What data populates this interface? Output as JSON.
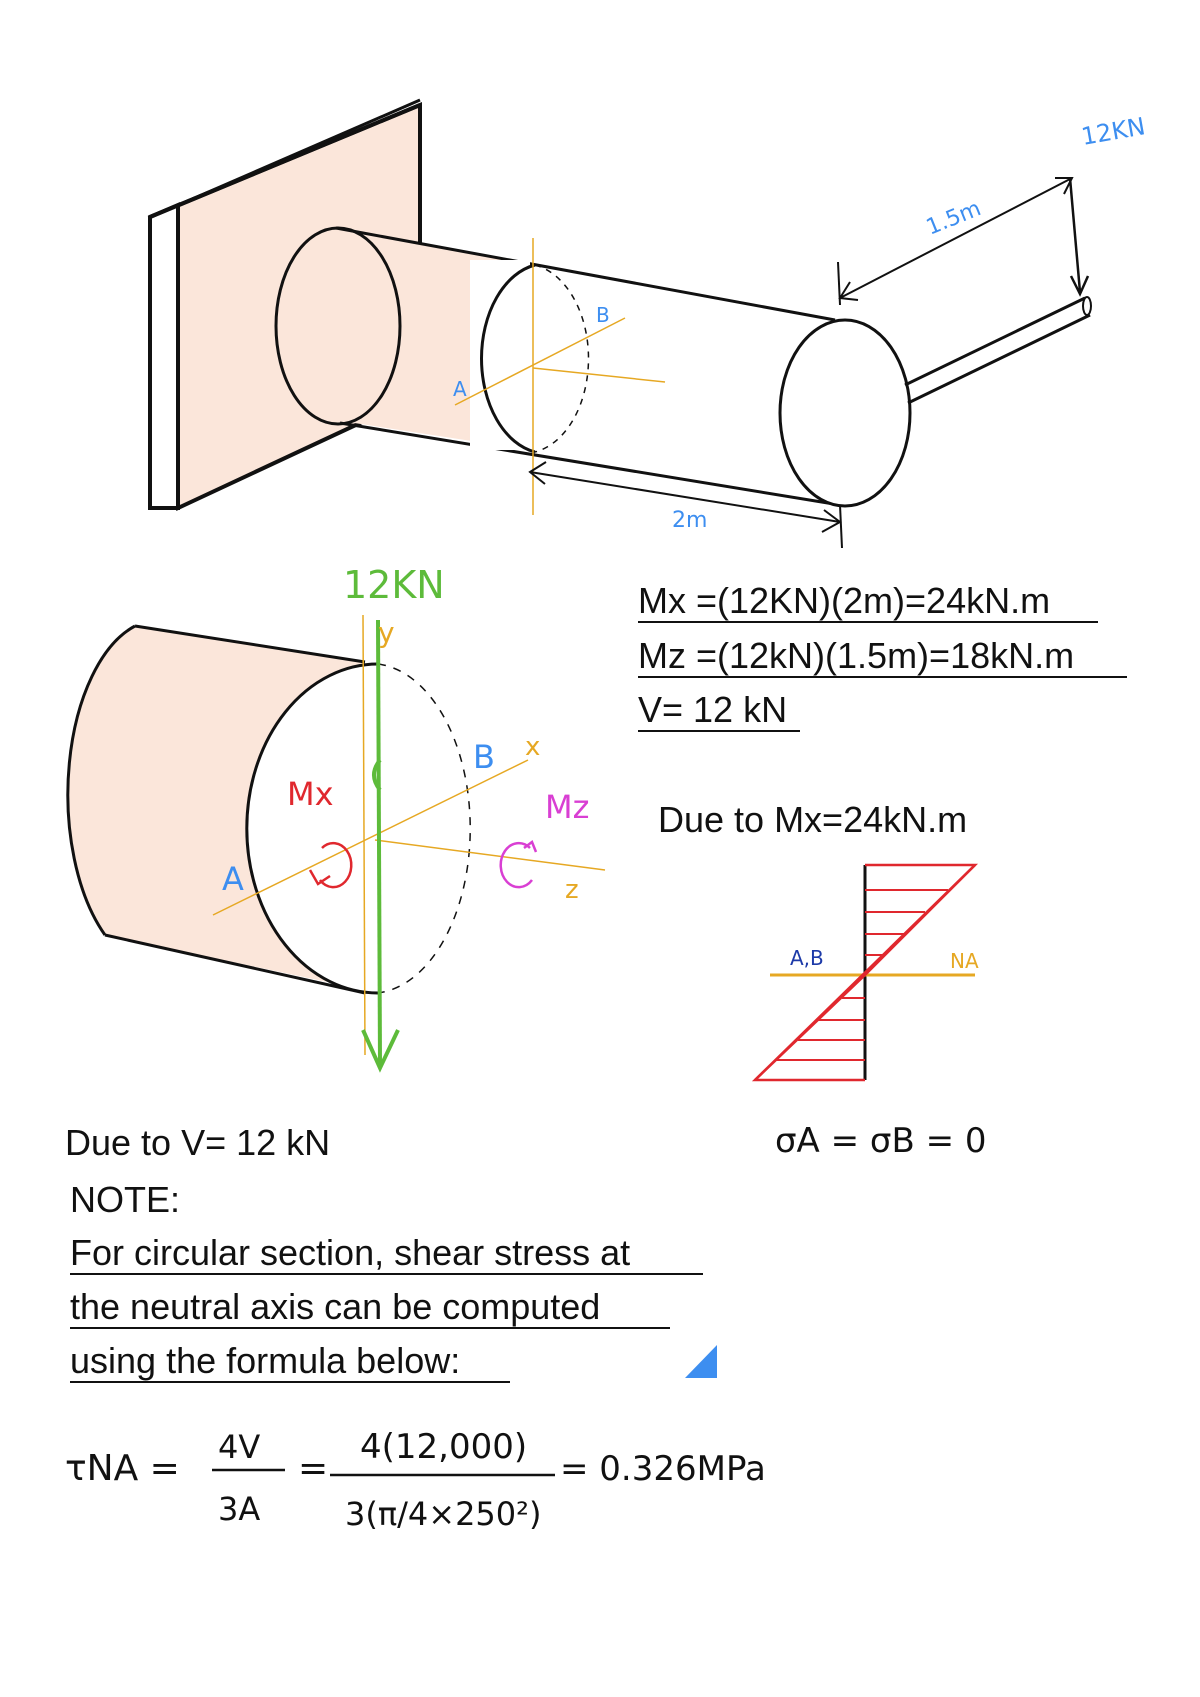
{
  "top_figure": {
    "load_label": "12KN",
    "dim_horizontal": "1.5m",
    "dim_axial": "2m",
    "point_a": "A",
    "point_b": "B"
  },
  "section_figure": {
    "force_label": "12KN",
    "axis_y": "y",
    "axis_x": "x",
    "axis_z": "z",
    "moment_x": "Mx",
    "moment_z": "Mz",
    "point_a": "A",
    "point_b": "B"
  },
  "results": {
    "line1": "Mx =(12KN)(2m)=24kN.m",
    "line2": "Mz =(12kN)(1.5m)=18kN.m",
    "line3": "V= 12 kN"
  },
  "stress_diagram": {
    "heading": "Due to Mx=24kN.m",
    "points_label": "A,B",
    "na_label": "NA",
    "sigma_result": "σA = σB = 0"
  },
  "shear_section": {
    "heading": "Due to V= 12 kN",
    "note_title": "NOTE:",
    "note_line1": "For circular section, shear stress at",
    "note_line2": "the neutral axis can be computed",
    "note_line3": "using the formula below:"
  },
  "formula": {
    "lhs": "τNA =",
    "frac1_num": "4V",
    "frac1_den": "3A",
    "frac2_num": "4(12,000)",
    "frac2_den": "3(π/4×250²)",
    "result": "= 0.326MPa"
  },
  "colors": {
    "shade": "#fbe6da",
    "blue": "#3d8ef0",
    "red": "#e0282e",
    "green": "#5dbb3a",
    "orange": "#e6a823",
    "magenta": "#d93fd3",
    "navy": "#1d3aa8"
  }
}
